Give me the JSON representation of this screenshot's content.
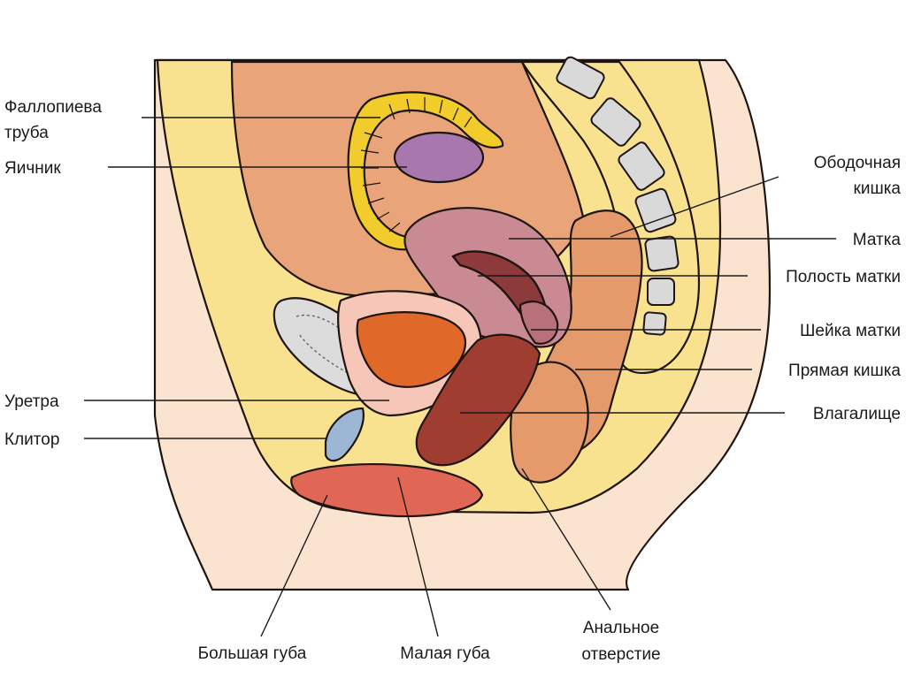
{
  "colors": {
    "background": "#ffffff",
    "skin_outer": "#fbe4cf",
    "pelvic_fat": "#f8e290",
    "cavity": "#e9a579",
    "fallopian_tube": "#f1cc2a",
    "ovary": "#a877ae",
    "uterus": "#c98a93",
    "bladder": "#dcdcdc",
    "bladder_inner": "#e0692a",
    "rectum": "#e49a6a",
    "vagina_wall": "#9e3d30",
    "labia": "#e06655",
    "clitoris": "#9bb7d4",
    "vertebra": "#d9d9d9",
    "outline": "#1e1410"
  },
  "labels": {
    "fallopian_tube_line1": "Фаллопиева",
    "fallopian_tube_line2": "труба",
    "ovary": "Яичник",
    "urethra": "Уретра",
    "clitoris": "Клитор",
    "colon_line1": "Ободочная",
    "colon_line2": "кишка",
    "uterus": "Матка",
    "uterine_cavity": "Полость матки",
    "cervix": "Шейка матки",
    "rectum": "Прямая кишка",
    "vagina": "Влагалище",
    "labia_majora": "Большая губа",
    "labia_minora": "Малая губа",
    "anus_line1": "Анальное",
    "anus_line2": "отверстие"
  }
}
